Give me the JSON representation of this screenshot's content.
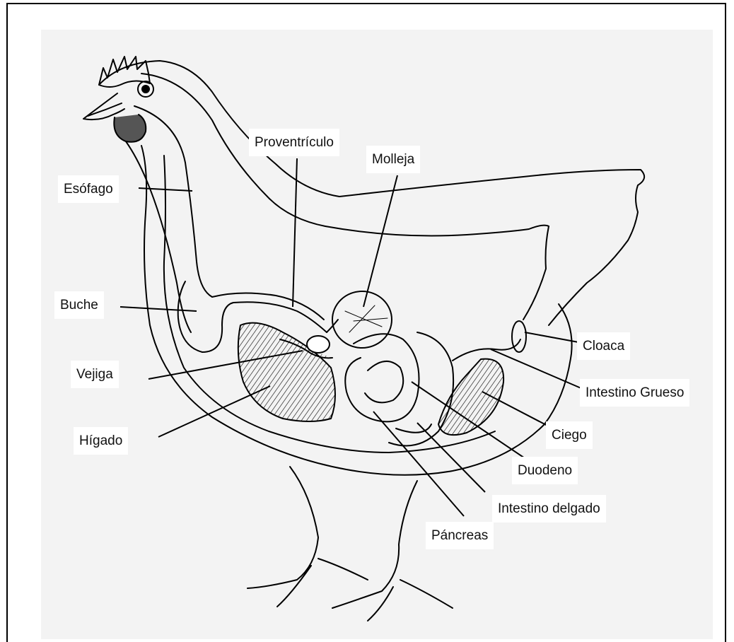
{
  "labels": {
    "esofago": "Esófago",
    "buche": "Buche",
    "vejiga": "Vejiga",
    "higado": "Hígado",
    "proventriculo": "Proventrículo",
    "molleja": "Molleja",
    "cloaca": "Cloaca",
    "intestino_grueso": "Intestino Grueso",
    "ciego": "Ciego",
    "duodeno": "Duodeno",
    "intestino_delgado": "Intestino delgado",
    "pancreas": "Páncreas"
  },
  "colors": {
    "ink": "#000000",
    "background": "#ffffff",
    "paper": "#f3f3f3"
  }
}
